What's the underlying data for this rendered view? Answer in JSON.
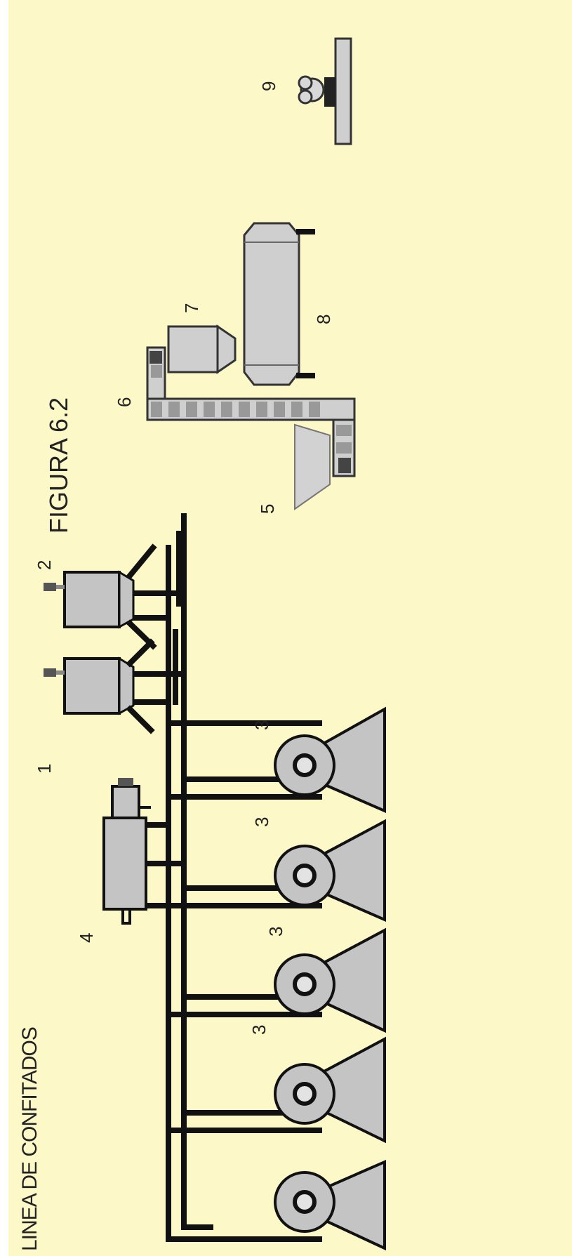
{
  "title": "LINEA DE CONFITADOS",
  "figure_label": "FIGURA 6.2",
  "labels": {
    "n1": "1",
    "n2": "2",
    "n3a": "3",
    "n3b": "3",
    "n3c": "3",
    "n3d": "3",
    "n4": "4",
    "n5": "5",
    "n6": "6",
    "n7": "7",
    "n8": "8",
    "n9": "9"
  },
  "colors": {
    "background": "#fdf8c8",
    "equipment_fill": "#c4c4c4",
    "outline": "#111111"
  }
}
